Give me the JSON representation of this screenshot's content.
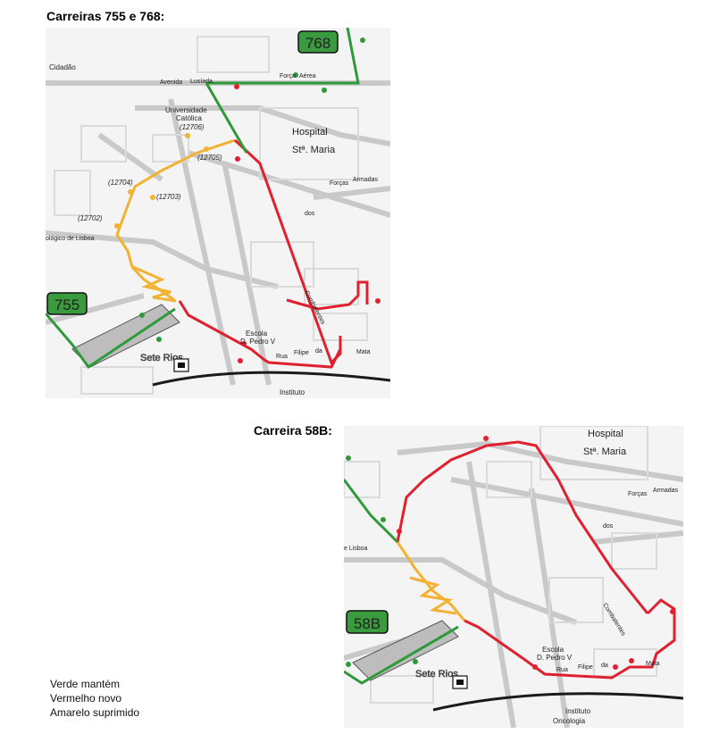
{
  "titles": {
    "top": "Carreiras 755 e 768:",
    "bottom": "Carreira 58B:"
  },
  "route_badges": {
    "r768": "768",
    "r755": "755",
    "r58b": "58B"
  },
  "places": {
    "cidadao": "Cidadão",
    "universidade": "Universidade",
    "catolica": "Católica",
    "hospital": "Hospital",
    "santa_maria": "Stª. Maria",
    "escola": "Escola",
    "pedro_v": "D. Pedro V",
    "sete_rios": "Sete Rios",
    "instituto": "Instituto",
    "oncologia": "Oncologia",
    "lisboa_top": "ológico de Lisboa",
    "lisboa_bottom": "e Lisboa",
    "rua": "Rua",
    "filipe": "Filipe",
    "da": "da",
    "mata": "Mata",
    "forcas": "Forças",
    "armadas": "Armadas",
    "dos": "dos",
    "combatentes": "Combatentes",
    "avenida": "Avenida",
    "lusiada": "Lusíada",
    "forca": "Força",
    "aerea": "Aérea"
  },
  "stops": {
    "s12706": "(12706)",
    "s12705": "(12705)",
    "s12704": "(12704)",
    "s12703": "(12703)",
    "s12702": "(12702)"
  },
  "legend": {
    "green": "Verde mantém",
    "red": "Vermelho novo",
    "yellow": "Amarelo suprimido"
  },
  "colors": {
    "green": "#2e9a3a",
    "red": "#e0202e",
    "yellow": "#f2b233",
    "badge_green": "#3a9a3e",
    "road": "#c8c8c8",
    "rail": "#1a1a1a"
  }
}
